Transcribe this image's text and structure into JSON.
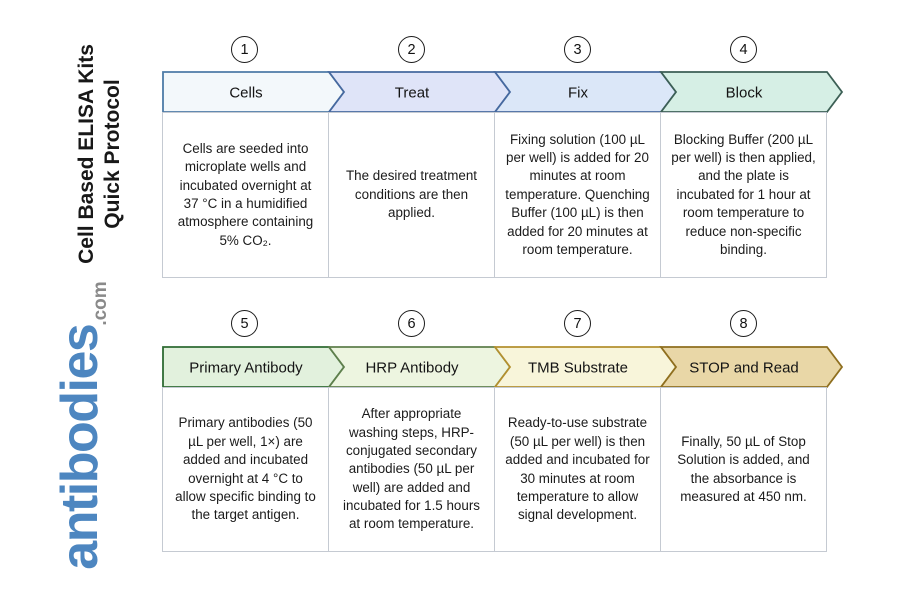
{
  "sidebar": {
    "title_line1": "Cell Based ELISA Kits",
    "title_line2": "Quick Protocol",
    "logo_main": "antibodies",
    "logo_suffix": ".com",
    "logo_color": "#4d86c0",
    "logo_suffix_color": "#8a8a8a"
  },
  "steps": [
    {
      "number": "1",
      "label": "Cells",
      "description": "Cells are seeded into microplate wells and incubated overnight at 37 °C in a humidified atmosphere containing 5% CO₂.",
      "fill": "#f3f8fb",
      "border": "#4d7ba7"
    },
    {
      "number": "2",
      "label": "Treat",
      "description": "The desired treatment conditions are then applied.",
      "fill": "#dfe4f8",
      "border": "#46699f"
    },
    {
      "number": "3",
      "label": "Fix",
      "description": "Fixing solution (100 µL per well) is added for 20 minutes at room temperature. Quenching Buffer (100 µL) is then added for 20 minutes at room temperature.",
      "fill": "#dbe7f8",
      "border": "#46699f"
    },
    {
      "number": "4",
      "label": "Block",
      "description": "Blocking Buffer (200 µL per well) is then applied, and the plate is incubated for 1 hour at room temperature to reduce non-specific binding.",
      "fill": "#d6efe5",
      "border": "#3c5f55"
    },
    {
      "number": "5",
      "label": "Primary Antibody",
      "description": "Primary antibodies (50 µL per well, 1×) are added and incubated overnight at 4 °C to allow specific binding to the target antigen.",
      "fill": "#e2f1dd",
      "border": "#2f6b33"
    },
    {
      "number": "6",
      "label": "HRP Antibody",
      "description": "After appropriate washing steps, HRP-conjugated secondary antibodies (50 µL per well) are added and incubated for 1.5 hours at room temperature.",
      "fill": "#edf5e0",
      "border": "#5e7f4c"
    },
    {
      "number": "7",
      "label": "TMB Substrate",
      "description": "Ready-to-use substrate (50 µL per well) is then added and incubated for 30 minutes at room temperature to allow signal development.",
      "fill": "#f8f5da",
      "border": "#b3902f"
    },
    {
      "number": "8",
      "label": "STOP and Read",
      "description": "Finally, 50 µL of Stop Solution is added, and the absorbance is measured at 450 nm.",
      "fill": "#e9d7a7",
      "border": "#8f6f1f"
    }
  ]
}
